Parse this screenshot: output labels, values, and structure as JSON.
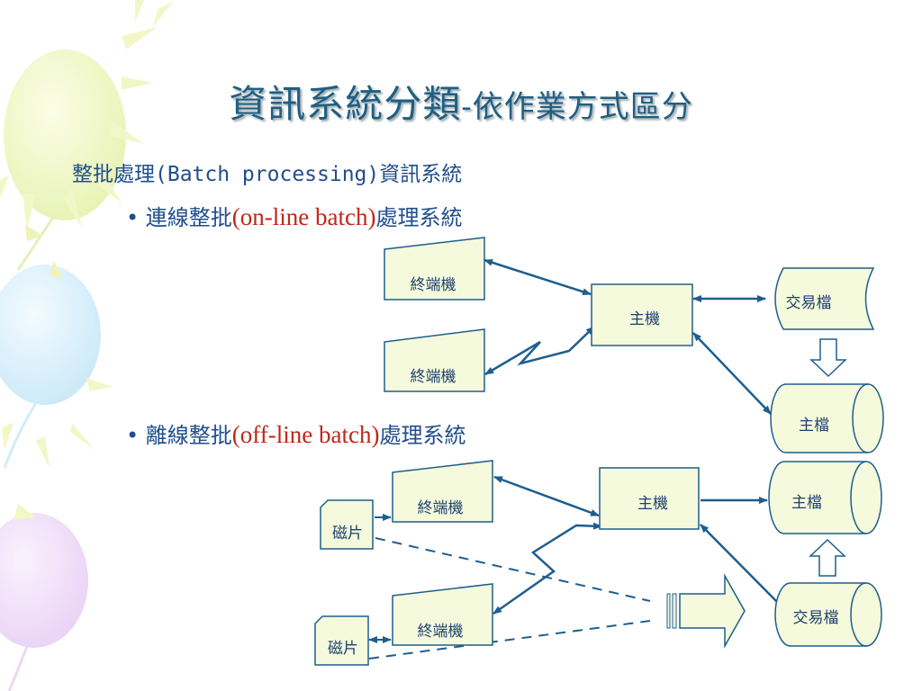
{
  "slide": {
    "title_main": "資訊系統分類",
    "title_sub": "-依作業方式區分",
    "line1": "整批處理(Batch processing)資訊系統",
    "bullet_mark": "•",
    "online": {
      "prefix": "連線整批",
      "english": "(on-line batch)",
      "suffix": "處理系統"
    },
    "offline": {
      "prefix": "離線整批",
      "english": "(off-line batch)",
      "suffix": "處理系統"
    }
  },
  "diagram": {
    "online": {
      "terminal1": "終端機",
      "terminal2": "終端機",
      "host": "主機",
      "transaction_file": "交易檔",
      "master_file": "主檔"
    },
    "offline": {
      "terminal1": "終端機",
      "terminal2": "終端機",
      "disk1": "磁片",
      "disk2": "磁片",
      "host": "主機",
      "master_file": "主檔",
      "transaction_file": "交易檔"
    }
  },
  "colors": {
    "title": "#1f5f82",
    "text": "#1f4e8c",
    "accent_red": "#c0271a",
    "box_fill": "#f4fadb",
    "line": "#1e5e8e"
  }
}
